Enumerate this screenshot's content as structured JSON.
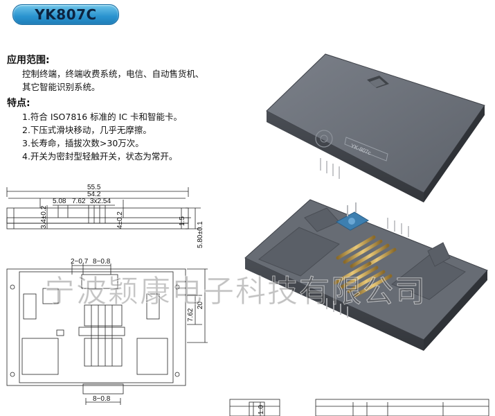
{
  "badge": {
    "label": "YK807C"
  },
  "application": {
    "heading": "应用范围:",
    "lines": [
      "控制终端，终端收费系统，电信、自动售货机、",
      "其它智能识别系统。"
    ]
  },
  "features": {
    "heading": "特点:",
    "items": [
      "1.符合 ISO7816 标准的 IC 卡和智能卡。",
      "2.下压式滑块移动，几乎无摩擦。",
      "3.长寿命，插拔次数>30万次。",
      "4.开关为密封型轻触开关，状态为常开。"
    ]
  },
  "side_view_dims": {
    "overall_width": "55.5",
    "inner_width": "54.2",
    "pitch_a": "5.08",
    "pitch_b": "7.62",
    "pitch_c": "3x2.54",
    "left_height": "3.4±0.2",
    "right_height": "4±0.2",
    "small_height": "1.5",
    "total_height": "5.80±0.1"
  },
  "top_view_dims": {
    "top_a": "2−0.7",
    "top_b": "8−0.8",
    "mid_height": "7.62",
    "total_height": "20",
    "bottom": "8−0.8"
  },
  "bottom_partial_dim": "1.0",
  "product": {
    "label": "YK-807c"
  },
  "watermark": "宁波颖康电子科技有限公司",
  "colors": {
    "badge": "#2a93cf",
    "body_gray": "#6c7178"
  }
}
